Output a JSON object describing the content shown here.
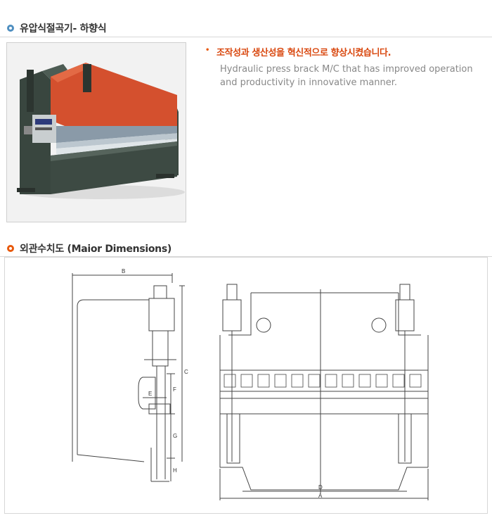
{
  "section1": {
    "title": "유압식절곡기- 하향식",
    "bullet_icon": "circle-bullet-blue",
    "accent_color": "#4f8fc0"
  },
  "product": {
    "image_icon": "press-brake-photo",
    "feature_ko": "조작성과 생산성을 혁신적으로 향상시켰습니다.",
    "feature_en": "Hydraulic press brack M/C that has improved operation and productivity in innovative manner.",
    "feature_color": "#d9480f"
  },
  "section2": {
    "title": "외관수치도 (Maior Dimensions)",
    "bullet_icon": "circle-bullet-orange",
    "accent_color": "#e8590c"
  },
  "drawing": {
    "labels": {
      "a": "A",
      "b": "B",
      "c": "C",
      "d": "D",
      "e": "E",
      "f": "F",
      "g": "G",
      "h": "H"
    }
  }
}
